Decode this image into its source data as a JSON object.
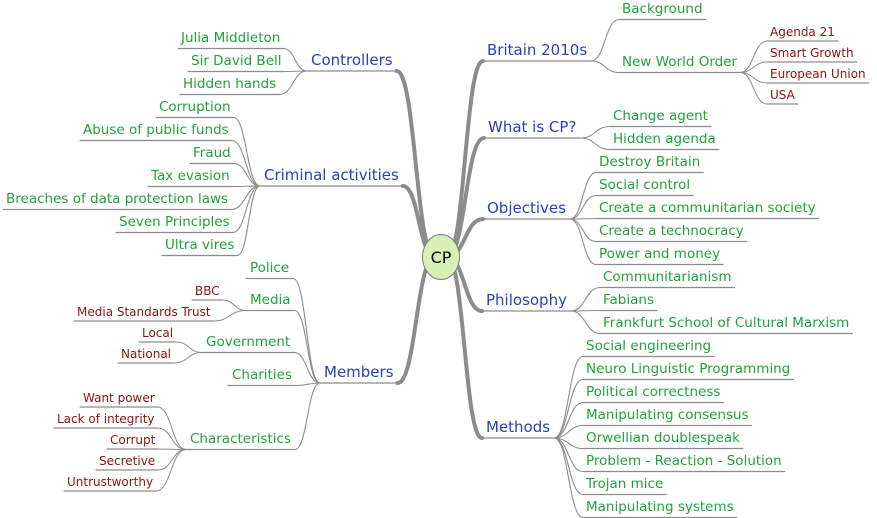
{
  "center": "CP",
  "branches": {
    "controllers": {
      "label": "Controllers",
      "children": [
        "Julia Middleton",
        "Sir David Bell",
        "Hidden hands"
      ]
    },
    "criminal": {
      "label": "Criminal activities",
      "children": [
        "Corruption",
        "Abuse of public funds",
        "Fraud",
        "Tax evasion",
        "Breaches of data protection laws",
        "Seven Principles",
        "Ultra vires"
      ]
    },
    "members": {
      "label": "Members",
      "police": "Police",
      "media": {
        "label": "Media",
        "children": [
          "BBC",
          "Media Standards Trust"
        ]
      },
      "government": {
        "label": "Government",
        "children": [
          "Local",
          "National"
        ]
      },
      "charities": "Charities",
      "characteristics": {
        "label": "Characteristics",
        "children": [
          "Want power",
          "Lack of integrity",
          "Corrupt",
          "Secretive",
          "Untrustworthy"
        ]
      }
    },
    "britain": {
      "label": "Britain 2010s",
      "background": "Background",
      "nwo": {
        "label": "New World Order",
        "children": [
          "Agenda 21",
          "Smart Growth",
          "European Union",
          "USA"
        ]
      }
    },
    "whatis": {
      "label": "What is CP?",
      "children": [
        "Change agent",
        "Hidden agenda"
      ]
    },
    "objectives": {
      "label": "Objectives",
      "children": [
        "Destroy Britain",
        "Social control",
        "Create a communitarian society",
        "Create a technocracy",
        "Power and money"
      ]
    },
    "philosophy": {
      "label": "Philosophy",
      "children": [
        "Communitarianism",
        "Fabians",
        "Frankfurt School of Cultural Marxism"
      ]
    },
    "methods": {
      "label": "Methods",
      "children": [
        "Social engineering",
        "Neuro Linguistic Programming",
        "Political correctness",
        "Manipulating consensus",
        "Orwellian doublespeak",
        "Problem - Reaction - Solution",
        "Trojan mice",
        "Manipulating systems"
      ]
    }
  },
  "colors": {
    "level1": "#2b3fc0",
    "level2": "#22a33a",
    "level3": "#8a1515",
    "center_fill": "#d9f0b4",
    "edge": "#8c8c8c"
  }
}
